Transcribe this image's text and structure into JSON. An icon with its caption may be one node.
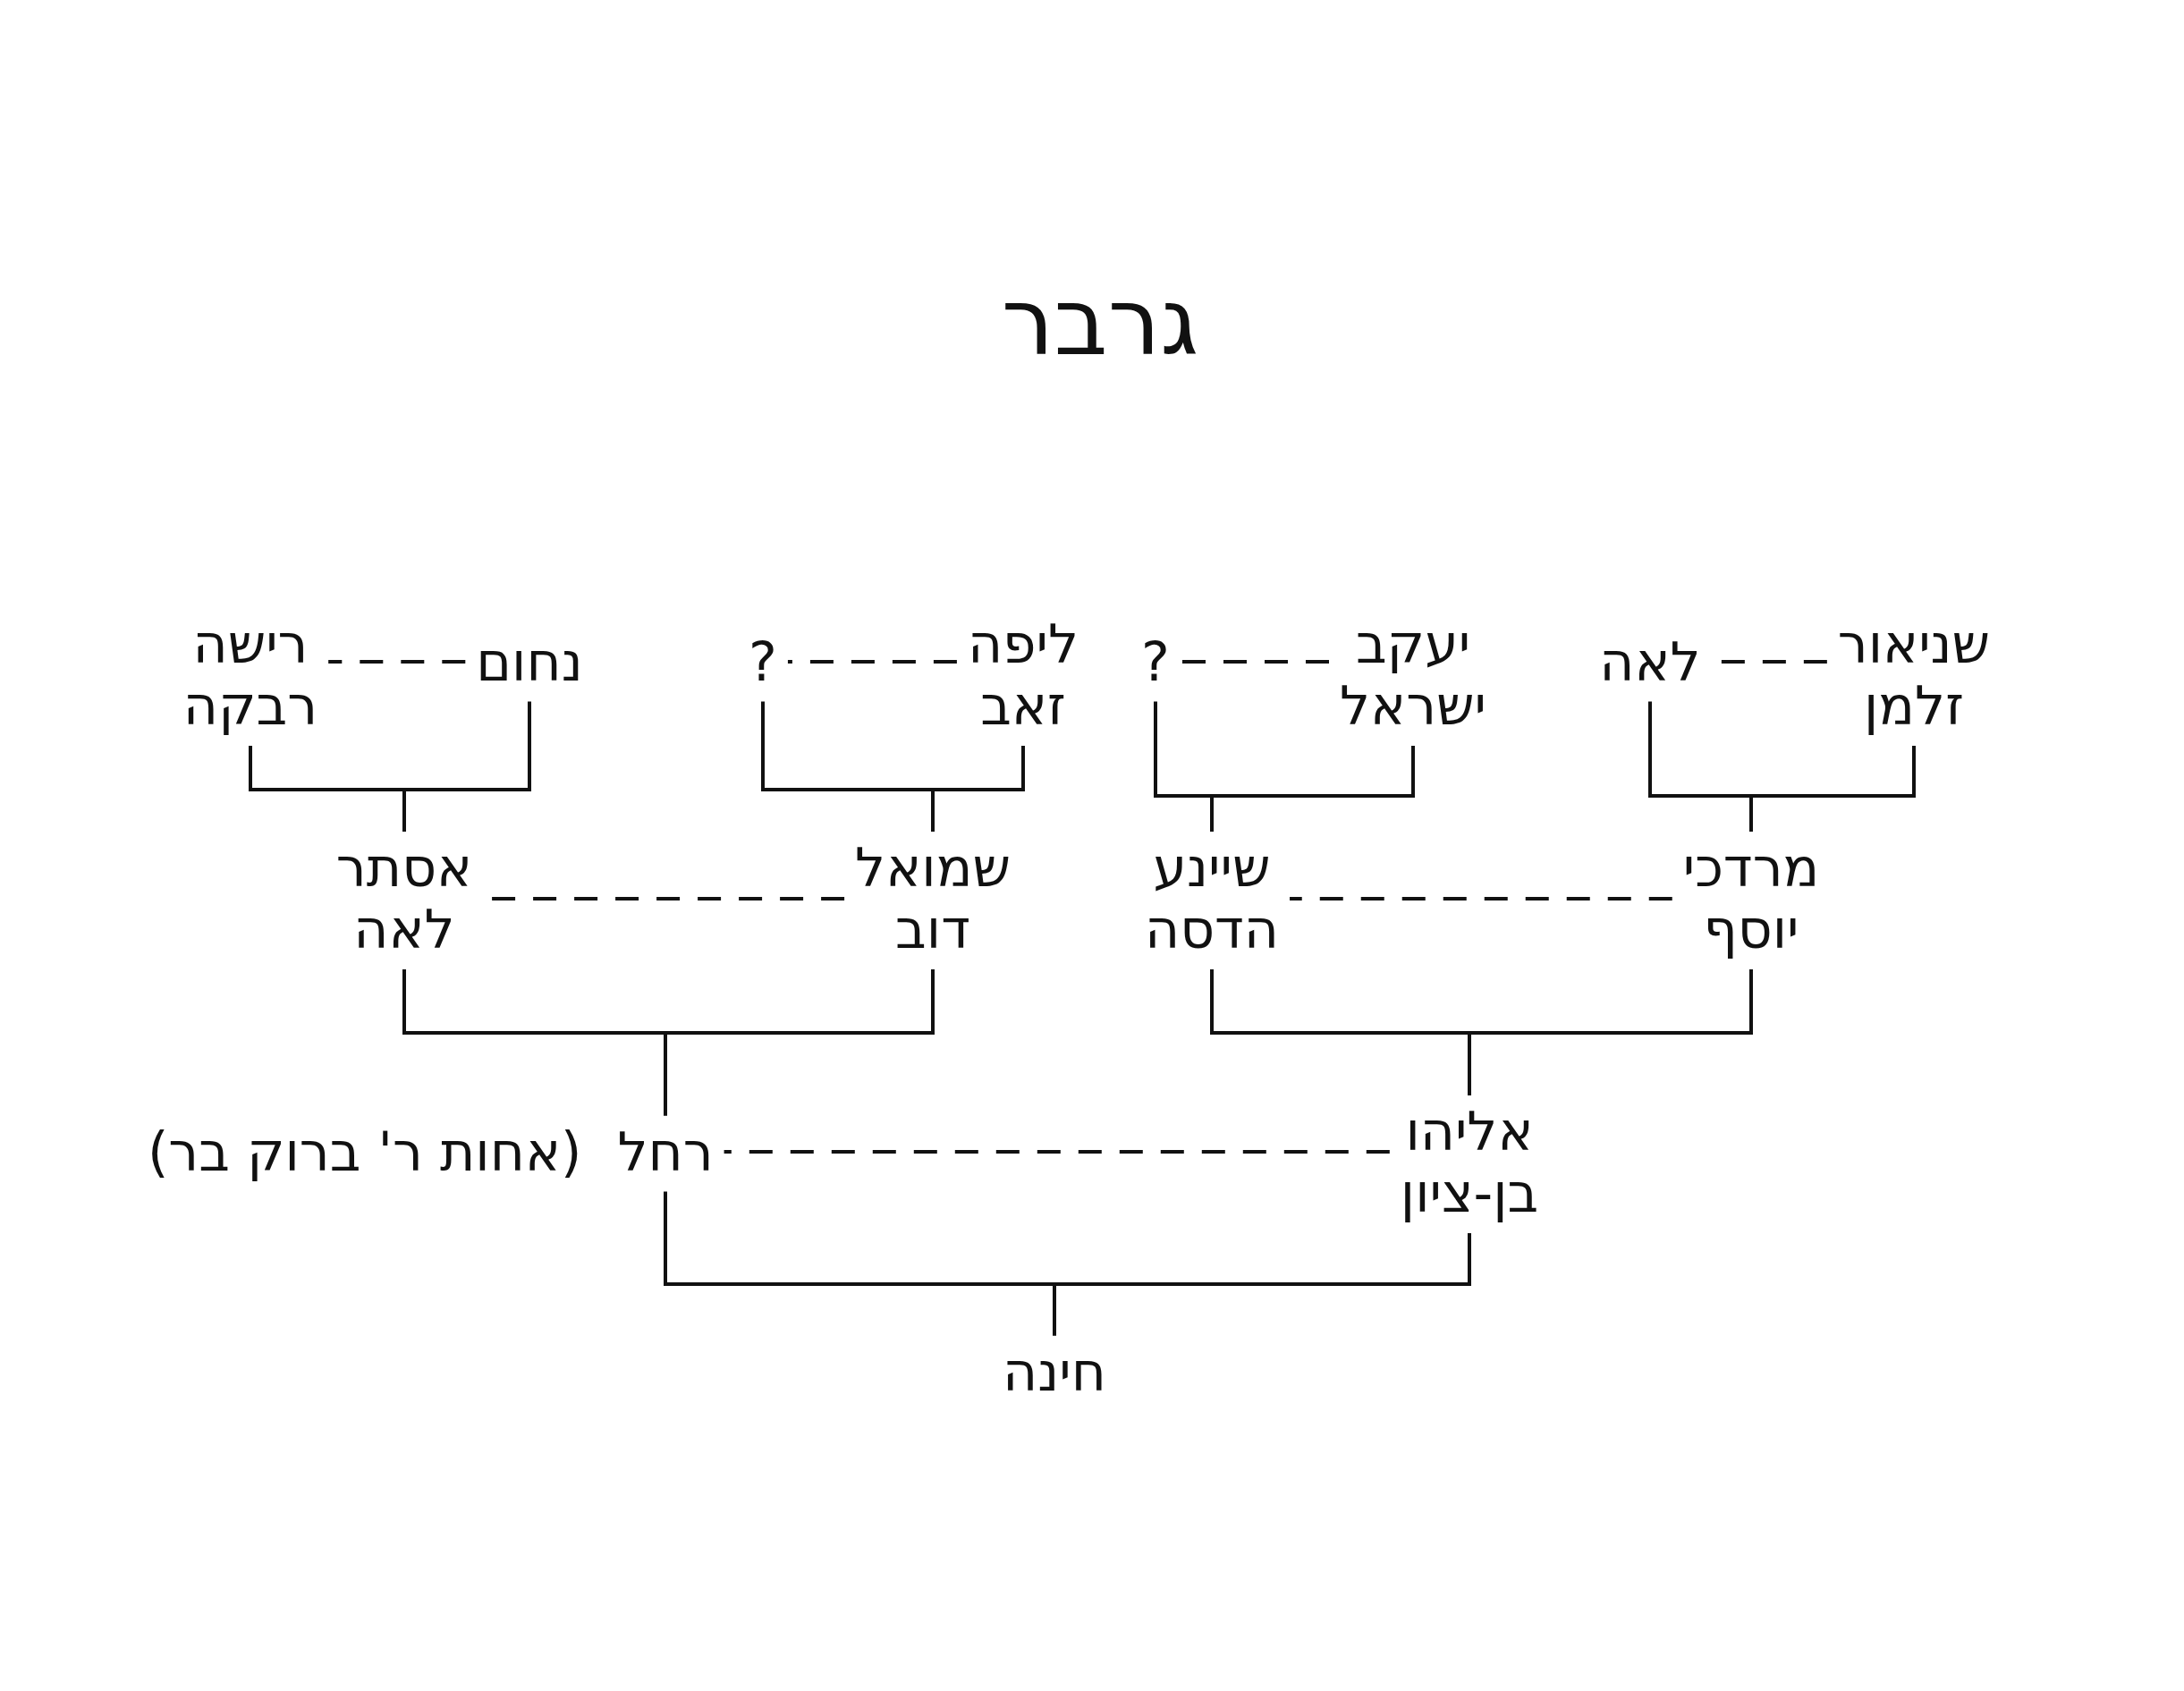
{
  "diagram": {
    "title": "גרבר",
    "nodes": [
      {
        "text": [
          "שניאור זלמן"
        ]
      },
      {
        "text": [
          "לאה"
        ]
      },
      {
        "text": [
          "יעקב ישראל"
        ]
      },
      {
        "text": [
          "?"
        ]
      },
      {
        "text": [
          "ליפה זאב"
        ]
      },
      {
        "text": [
          "?"
        ]
      },
      {
        "text": [
          "נחום"
        ]
      },
      {
        "text": [
          "רישה רבקה"
        ]
      },
      {
        "text": [
          "מרדכי יוסף"
        ]
      },
      {
        "text": [
          "שיינע הדסה"
        ]
      },
      {
        "text": [
          "שמואל דוב"
        ]
      },
      {
        "text": [
          "אסתר לאה"
        ]
      },
      {
        "text": [
          "אליהו בן-ציון"
        ]
      },
      {
        "text": [
          "רחל"
        ],
        "beside": [
          "(אחות ר' ברוק בר)"
        ]
      },
      {
        "text": [
          "חינה"
        ]
      }
    ],
    "edges": [
      {
        "from": 0,
        "to": 1,
        "arrow": "none",
        "style": "dashed"
      },
      {
        "from": 0,
        "to": 8,
        "arrow": "none"
      },
      {
        "from": 1,
        "to": 8,
        "arrow": "none"
      },
      {
        "from": 2,
        "to": 3,
        "arrow": "none",
        "style": "dashed"
      },
      {
        "from": 2,
        "to": 9,
        "arrow": "none"
      },
      {
        "from": 3,
        "to": 9,
        "arrow": "none"
      },
      {
        "from": 4,
        "to": 5,
        "arrow": "none",
        "style": "dashed"
      },
      {
        "from": 4,
        "to": 10,
        "arrow": "none"
      },
      {
        "from": 5,
        "to": 10,
        "arrow": "none"
      },
      {
        "from": 6,
        "to": 7,
        "arrow": "none",
        "style": "dashed"
      },
      {
        "from": 6,
        "to": 11,
        "arrow": "none"
      },
      {
        "from": 7,
        "to": 11,
        "arrow": "none"
      },
      {
        "from": 8,
        "to": 9,
        "arrow": "none",
        "style": "dashed"
      },
      {
        "from": 8,
        "to": 12,
        "arrow": "none"
      },
      {
        "from": 9,
        "to": 12,
        "arrow": "none"
      },
      {
        "from": 10,
        "to": 11,
        "arrow": "none",
        "style": "dashed"
      },
      {
        "from": 10,
        "to": 13,
        "arrow": "none"
      },
      {
        "from": 11,
        "to": 13,
        "arrow": "none"
      },
      {
        "from": 12,
        "to": 13,
        "arrow": "none",
        "style": "dashed"
      },
      {
        "from": 12,
        "to": 14,
        "arrow": "none"
      },
      {
        "from": 13,
        "to": 14,
        "arrow": "none"
      }
    ]
  }
}
